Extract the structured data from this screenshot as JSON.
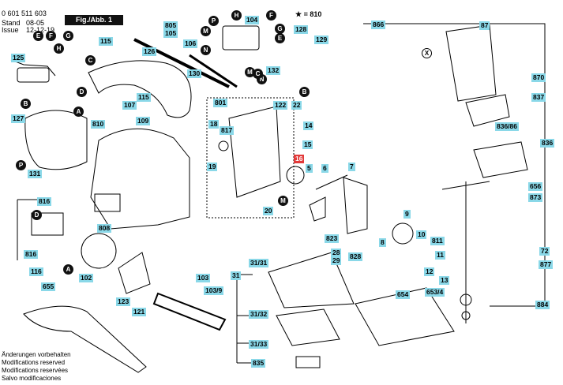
{
  "header": {
    "part_number": "0 601 511 603",
    "stand_label": "Stand",
    "stand_value": "08-05",
    "issue_label": "Issue",
    "issue_value": "12-12-19",
    "figure_label": "Fig./Abb. 1",
    "legend": "★ = 810"
  },
  "footer": {
    "lines": [
      "Änderungen vorbehalten",
      "Modifications reserved",
      "Modifications reservées",
      "Salvo modificaciones"
    ]
  },
  "callouts": {
    "c115a": "115",
    "c805": "805",
    "c105": "105",
    "c104": "104",
    "c128": "128",
    "c129": "129",
    "c866": "866",
    "c87": "87",
    "c125": "125",
    "c126": "126",
    "c106": "106",
    "c130": "130",
    "c132": "132",
    "c870": "870",
    "c107": "107",
    "c115b": "115",
    "c801": "801",
    "c122": "122",
    "c22": "22",
    "c837": "837",
    "c127": "127",
    "c810": "810",
    "c109": "109",
    "c18": "18",
    "c817": "817",
    "c14": "14",
    "c836_86": "836/86",
    "c836": "836",
    "c15": "15",
    "c16": "16",
    "c5": "5",
    "c6": "6",
    "c7": "7",
    "c19": "19",
    "c131": "131",
    "c656": "656",
    "c816a": "816",
    "c20": "20",
    "c873": "873",
    "c9": "9",
    "c808": "808",
    "c823": "823",
    "c10": "10",
    "c811": "811",
    "c72": "72",
    "c8": "8",
    "c28": "28",
    "c29": "29",
    "c828": "828",
    "c816b": "816",
    "c11": "11",
    "c877": "877",
    "c116": "116",
    "c31_31": "31/31",
    "c12": "12",
    "c102": "102",
    "c31": "31",
    "c103": "103",
    "c103_9": "103/9",
    "c13": "13",
    "c655": "655",
    "c654": "654",
    "c653_4": "653/4",
    "c123": "123",
    "c121": "121",
    "c884": "884",
    "c31_32": "31/32",
    "c31_33": "31/33",
    "c835": "835"
  },
  "letters": {
    "E1": "E",
    "F1": "F",
    "G1": "G",
    "H1": "H",
    "P1": "P",
    "H2": "H",
    "F2": "F",
    "M1": "M",
    "G2": "G",
    "N1": "N",
    "E2": "E",
    "N2": "N",
    "M2": "M",
    "C1": "C",
    "B1": "B",
    "D1": "D",
    "A1": "A",
    "C2": "C",
    "B2": "B",
    "X1": "X",
    "M3": "M",
    "P2": "P",
    "D2": "D",
    "A2": "A"
  }
}
